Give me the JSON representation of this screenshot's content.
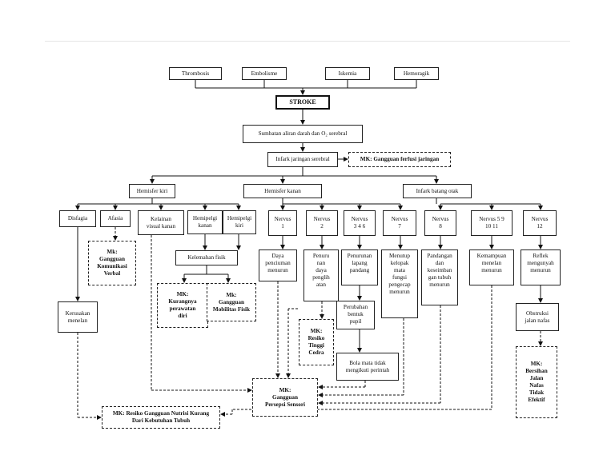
{
  "causes": [
    "Thrombosis",
    "Embolisme",
    "Iskemia",
    "Hemoragik"
  ],
  "stroke": "STROKE",
  "sumbatan": "Sumbatan aliran darah dan O₂ serebral",
  "infark": "Infark jaringan serebral",
  "mk_perfusi": "MK: Gangguan ferfusi jaringan",
  "hemisfer_kiri": "Hemisfer kiri",
  "hemisfer_kanan": "Hemisfer kanan",
  "infark_batang": "Infark batang otak",
  "disfagia": "Disfagia",
  "afasia": "Afasia",
  "kelainan_visual": "Kelainan\nvisual kanan",
  "hemipelgi_kanan": "Hemipelgi\nkanan",
  "hemipelgi_kiri": "Hemipelgi\nkiri",
  "nervus": [
    "Nervus\n1",
    "Nervus\n2",
    "Nervus\n3 4 6",
    "Nervus\n7",
    "Nervus\n8",
    "Nervus 5 9\n10 11",
    "Nervus\n12"
  ],
  "mk_komunikasi": "Mk:\nGangguan\nKomunikasi\nVerbal",
  "kelemahan_fisik": "Kelemahan fisik",
  "mk_perawatan": "MK:\nKurangnya\nperawatan\ndiri",
  "mk_mobilitas": "Mk:\nGangguan\nMobilitas Fisik",
  "daya_penciuman": "Daya\npenciuman\nmenurun",
  "penurunan_penglihatan": "Penuru\nnan\ndaya\npenglih\natan",
  "penurunan_lapang": "Penurunan\nlapang\npandang",
  "menutup_kelopak": "Menutup\nkelopak\nmata\nfungsi\npengecap\nmenurun",
  "pandangan": "Pandangan\ndan\nkeseimban\ngan tubuh\nmenurun",
  "kemampuan_menelan": "Kemampuan\nmenelan\nmenurun",
  "reflek": "Reflek\nmengunyah\nmenurun",
  "mk_cedera": "MK:\nResiko\nTinggi\nCedra",
  "perubahan_bentuk": "Perubahan\nbentuk\npupil",
  "bola_mata": "Bola mata tidak\nmengikuti perintah",
  "obstruksi": "Obstruksi\njalan nafas",
  "mk_bersihan": "MK:\nBersihan\nJalan\nNafas\nTidak\nEfektif",
  "kerusakan_menelan": "Kerusakan\nmenelan",
  "mk_persepsi": "MK:\nGangguan\nPersepsi Sensori",
  "mk_nutrisi": "MK: Resiko Gangguan Nutrisi Kurang\nDari Kebutuhan Tubuh"
}
